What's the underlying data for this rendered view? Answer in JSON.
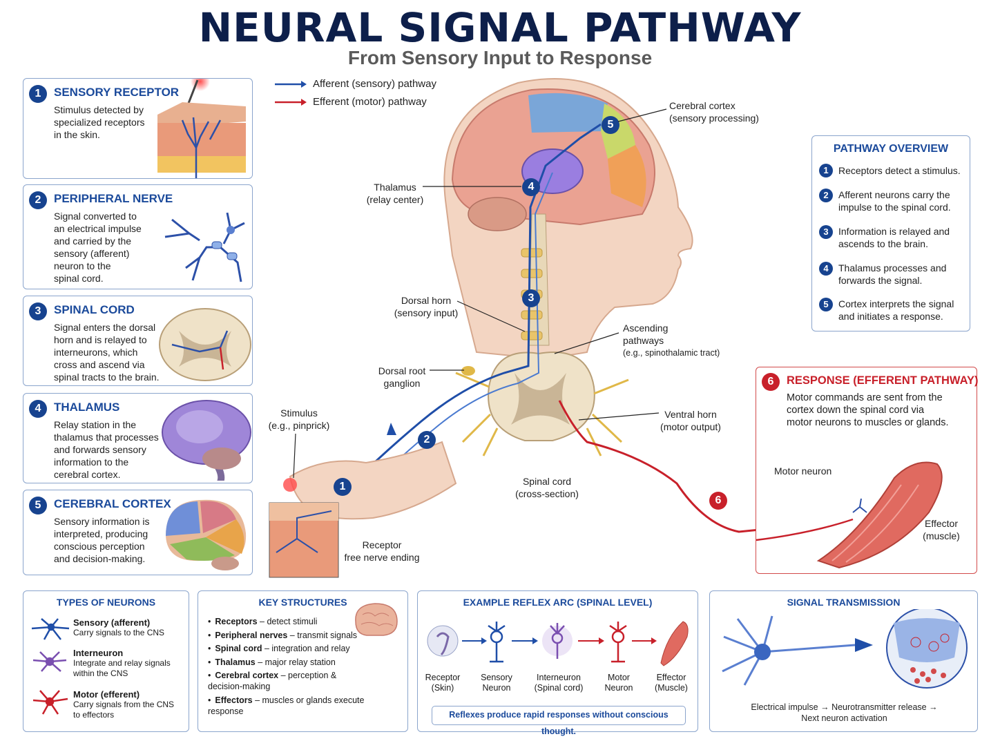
{
  "title": "NEURAL SIGNAL PATHWAY",
  "subtitle": "From Sensory Input to Response",
  "legend": {
    "afferent": "Afferent (sensory) pathway",
    "efferent": "Efferent (motor) pathway",
    "afferent_color": "#1f4ea8",
    "efferent_color": "#c8202a"
  },
  "steps": [
    {
      "num": "1",
      "title": "SENSORY RECEPTOR",
      "body": [
        "Stimulus detected by",
        "specialized receptors",
        "in the skin."
      ]
    },
    {
      "num": "2",
      "title": "PERIPHERAL NERVE",
      "body": [
        "Signal converted to",
        "an electrical impulse",
        "and carried by the",
        "sensory (afferent)",
        "neuron to the",
        "spinal cord."
      ]
    },
    {
      "num": "3",
      "title": "SPINAL CORD",
      "body": [
        "Signal enters the dorsal",
        "horn and is relayed to",
        "interneurons, which",
        "cross and ascend via",
        "spinal tracts to the brain."
      ]
    },
    {
      "num": "4",
      "title": "THALAMUS",
      "body": [
        "Relay station in the",
        "thalamus that processes",
        "and forwards sensory",
        "information to the",
        "cerebral cortex."
      ]
    },
    {
      "num": "5",
      "title": "CEREBRAL CORTEX",
      "body": [
        "Sensory information is",
        "interpreted, producing",
        "conscious perception",
        "and decision-making."
      ]
    }
  ],
  "center_labels": {
    "cortex": [
      "Cerebral cortex",
      "(sensory processing)"
    ],
    "thalamus": [
      "Thalamus",
      "(relay center)"
    ],
    "dorsal_horn": [
      "Dorsal horn",
      "(sensory input)"
    ],
    "ascending": [
      "Ascending",
      "pathways",
      "(e.g., spinothalamic tract)"
    ],
    "drg": [
      "Dorsal root",
      "ganglion"
    ],
    "stimulus": [
      "Stimulus",
      "(e.g., pinprick)"
    ],
    "ventral_horn": [
      "Ventral horn",
      "(motor output)"
    ],
    "spinal_cord": [
      "Spinal cord",
      "(cross-section)"
    ],
    "receptor": [
      "Receptor",
      "free nerve ending"
    ]
  },
  "markers": [
    "1",
    "2",
    "3",
    "4",
    "5",
    "6"
  ],
  "overview": {
    "title": "PATHWAY OVERVIEW",
    "items": [
      {
        "num": "1",
        "text": [
          "Receptors detect a stimulus."
        ]
      },
      {
        "num": "2",
        "text": [
          "Afferent neurons carry the",
          "impulse to the spinal cord."
        ]
      },
      {
        "num": "3",
        "text": [
          "Information is relayed and",
          "ascends to the brain."
        ]
      },
      {
        "num": "4",
        "text": [
          "Thalamus processes and",
          "forwards the signal."
        ]
      },
      {
        "num": "5",
        "text": [
          "Cortex interprets the signal",
          "and initiates a response."
        ]
      }
    ]
  },
  "response": {
    "num": "6",
    "title": "RESPONSE (EFFERENT PATHWAY)",
    "body": [
      "Motor commands are sent from the",
      "cortex down the spinal cord via",
      "motor neurons to muscles or glands."
    ],
    "motor_neuron": "Motor neuron",
    "effector": [
      "Effector",
      "(muscle)"
    ]
  },
  "types_of_neurons": {
    "title": "TYPES OF NEURONS",
    "items": [
      {
        "name": "Sensory (afferent)",
        "desc": [
          "Carry signals to the CNS"
        ],
        "color": "#1f4ea8"
      },
      {
        "name": "Interneuron",
        "desc": [
          "Integrate and relay signals",
          "within the CNS"
        ],
        "color": "#7a4fb0"
      },
      {
        "name": "Motor (efferent)",
        "desc": [
          "Carry signals from the CNS",
          "to effectors"
        ],
        "color": "#c8202a"
      }
    ]
  },
  "key_structures": {
    "title": "KEY STRUCTURES",
    "items": [
      {
        "term": "Receptors",
        "desc": "– detect stimuli"
      },
      {
        "term": "Peripheral nerves",
        "desc": "– transmit signals"
      },
      {
        "term": "Spinal cord",
        "desc": "– integration and relay"
      },
      {
        "term": "Thalamus",
        "desc": "– major relay station"
      },
      {
        "term": "Cerebral cortex",
        "desc": "– perception & decision-making"
      },
      {
        "term": "Effectors",
        "desc": "– muscles or glands execute response"
      }
    ]
  },
  "reflex_arc": {
    "title": "EXAMPLE REFLEX ARC (SPINAL LEVEL)",
    "nodes": [
      {
        "label": [
          "Receptor",
          "(Skin)"
        ]
      },
      {
        "label": [
          "Sensory",
          "Neuron"
        ]
      },
      {
        "label": [
          "Interneuron",
          "(Spinal cord)"
        ]
      },
      {
        "label": [
          "Motor",
          "Neuron"
        ]
      },
      {
        "label": [
          "Effector",
          "(Muscle)"
        ]
      }
    ],
    "note": "Reflexes produce rapid responses without conscious thought."
  },
  "signal_transmission": {
    "title": "SIGNAL TRANSMISSION",
    "caption": [
      "Electrical impulse",
      "Neurotransmitter release",
      "Next neuron activation"
    ]
  }
}
